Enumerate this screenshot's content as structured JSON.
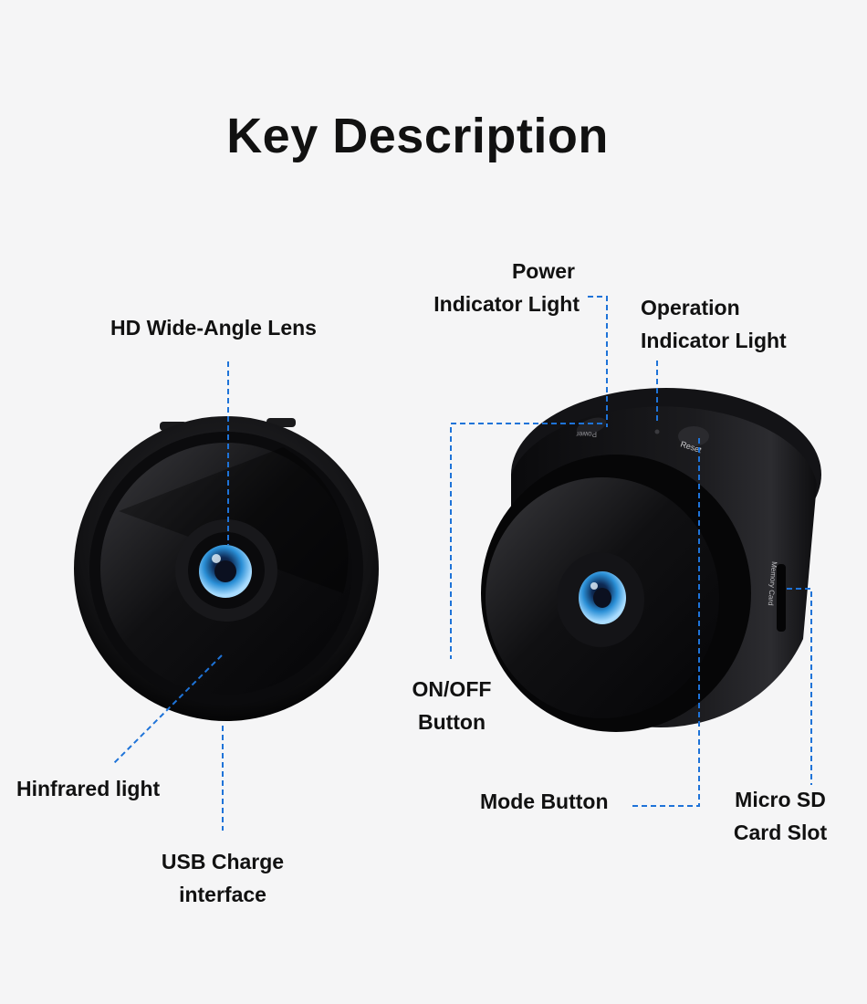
{
  "title": "Key Description",
  "labels": {
    "hd_lens": "HD Wide-Angle Lens",
    "infrared": "Hinfrared light",
    "usb": [
      "USB Charge",
      "interface"
    ],
    "power_light": [
      "Power",
      "Indicator Light"
    ],
    "operation_light": [
      "Operation",
      "Indicator Light"
    ],
    "on_off": [
      "ON/OFF",
      "Button"
    ],
    "mode": "Mode Button",
    "micro_sd": [
      "Micro SD",
      "Card Slot"
    ]
  },
  "device_text": {
    "reset": "Reset",
    "memory_card": "Memory Card",
    "power": "Power"
  },
  "colors": {
    "background": "#f5f5f6",
    "leader_line": "#1e73d8",
    "body": "#0c0c0e",
    "lens_glass": "#2a8fd6"
  }
}
